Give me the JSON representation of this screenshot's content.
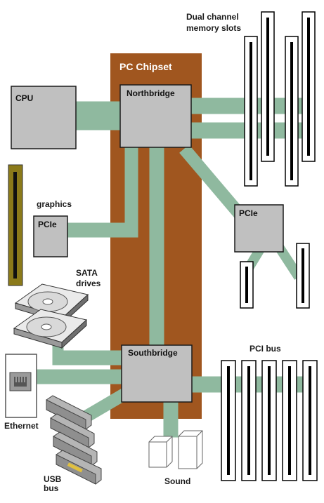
{
  "diagram": {
    "title": "PC Chipset",
    "labels": {
      "memory": "Dual channel\nmemory slots",
      "cpu": "CPU",
      "northbridge": "Northbridge",
      "graphics": "graphics",
      "pcie_graphics": "PCIe",
      "pcie_right": "PCIe",
      "sata": "SATA\ndrives",
      "southbridge": "Southbridge",
      "pci_bus": "PCI bus",
      "ethernet": "Ethernet",
      "usb": "USB\nbus",
      "sound": "Sound"
    },
    "colors": {
      "chipset_panel": "#a0561f",
      "bus": "#8fb99f",
      "chip_fill": "#c0c0c0",
      "chip_border": "#1a1a1a",
      "slot_border": "#000000",
      "graphics_card": "#8b7a1a",
      "title_text": "#ffffff"
    },
    "icons": [
      "cpu-chip",
      "memory-slot",
      "graphics-card",
      "hard-drive",
      "ethernet-port",
      "usb-connector",
      "speaker"
    ]
  }
}
